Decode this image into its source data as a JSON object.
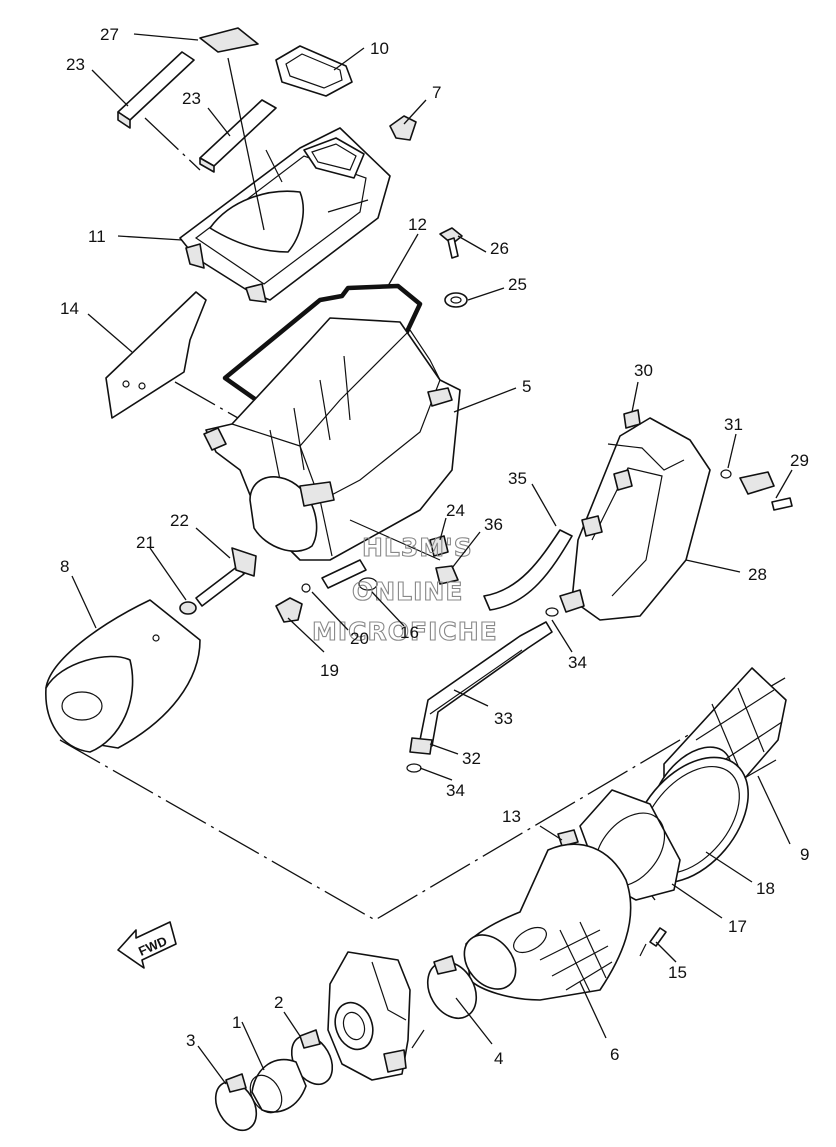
{
  "watermark": {
    "line1": "HL3M'S",
    "line2": "ONLINE",
    "line3": "MICROFICHE"
  },
  "direction_badge": "FWD",
  "callouts": [
    "1",
    "2",
    "3",
    "4",
    "5",
    "6",
    "7",
    "8",
    "9",
    "10",
    "11",
    "12",
    "13",
    "14",
    "15",
    "16",
    "17",
    "18",
    "19",
    "20",
    "21",
    "22",
    "23",
    "23",
    "24",
    "25",
    "26",
    "27",
    "28",
    "29",
    "30",
    "31",
    "32",
    "33",
    "34",
    "34",
    "35",
    "36"
  ],
  "icons": [
    "direction-arrow-icon"
  ],
  "colors": {
    "line": "#111111",
    "background": "#ffffff",
    "watermark": "#888888"
  }
}
